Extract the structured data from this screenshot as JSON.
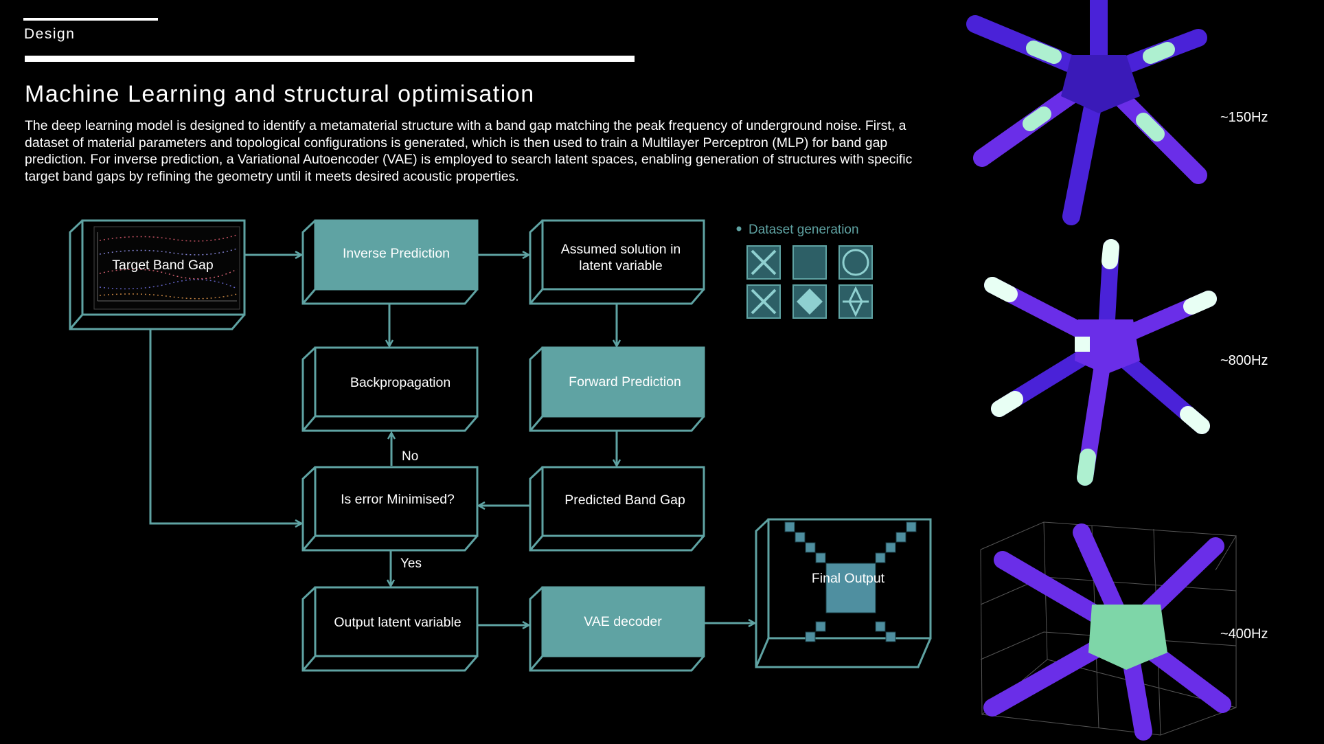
{
  "header": {
    "section": "Design",
    "title": "Machine Learning and structural optimisation",
    "intro": "The deep learning model is designed to identify a metamaterial structure with a band gap matching the peak frequency of underground noise. First, a dataset of material parameters and topological configurations is generated, which is then used to train a Multilayer Perceptron (MLP) for band gap prediction. For inverse prediction, a Variational Autoencoder (VAE) is employed to search latent spaces, enabling generation of structures with specific target band gaps by refining the geometry until it meets desired acoustic properties."
  },
  "flow": {
    "target": "Target Band Gap",
    "inverse": "Inverse Prediction",
    "assumed_line1": "Assumed solution in",
    "assumed_line2": "latent variable",
    "backprop": "Backpropagation",
    "forward": "Forward Prediction",
    "predicted": "Predicted Band Gap",
    "error": "Is error Minimised?",
    "output_latent": "Output latent variable",
    "vae": "VAE decoder",
    "final": "Final Output",
    "no": "No",
    "yes": "Yes",
    "dataset": "Dataset generation"
  },
  "frequencies": {
    "f1": "~150Hz",
    "f2": "~800Hz",
    "f3": "~400Hz"
  },
  "colors": {
    "teal": "#5fa3a3",
    "teal_light": "#69b0b0",
    "purple": "#6a2ee8",
    "mint": "#aef0d0"
  }
}
